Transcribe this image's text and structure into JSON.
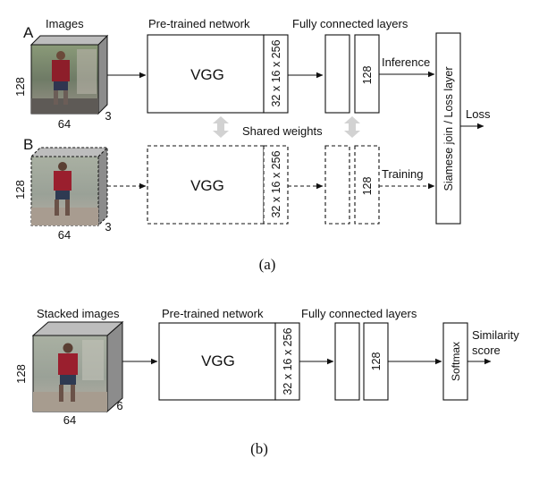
{
  "panel_a": {
    "caption": "(a)",
    "label_a": "A",
    "label_b": "B",
    "images_title": "Images",
    "img_a": {
      "height": "128",
      "width": "64",
      "channels": "3"
    },
    "img_b": {
      "height": "128",
      "width": "64",
      "channels": "3"
    },
    "pretrained_title": "Pre-trained network",
    "vgg_a": "VGG",
    "vgg_b": "VGG",
    "feature_a": "32 x 16 x 256",
    "feature_b": "32 x 16 x 256",
    "fc_title": "Fully connected layers",
    "fc_a_128": "128",
    "fc_b_128": "128",
    "shared_weights": "Shared weights",
    "inference": "Inference",
    "training": "Training",
    "siamese": "Siamese join / Loss layer",
    "loss": "Loss"
  },
  "panel_b": {
    "caption": "(b)",
    "stacked_title": "Stacked images",
    "img": {
      "height": "128",
      "width": "64",
      "channels": "6"
    },
    "pretrained_title": "Pre-trained network",
    "vgg": "VGG",
    "feature": "32 x 16 x 256",
    "fc_title": "Fully connected layers",
    "fc_128": "128",
    "softmax": "Softmax",
    "similarity_line1": "Similarity",
    "similarity_line2": "score"
  },
  "colors": {
    "line": "#111111",
    "shared_arrow": "#d2d2d2",
    "cube_side": "#8c8c8c",
    "cube_top": "#bdbdbd"
  },
  "icons": {
    "person_photo": "person-photo-icon"
  }
}
